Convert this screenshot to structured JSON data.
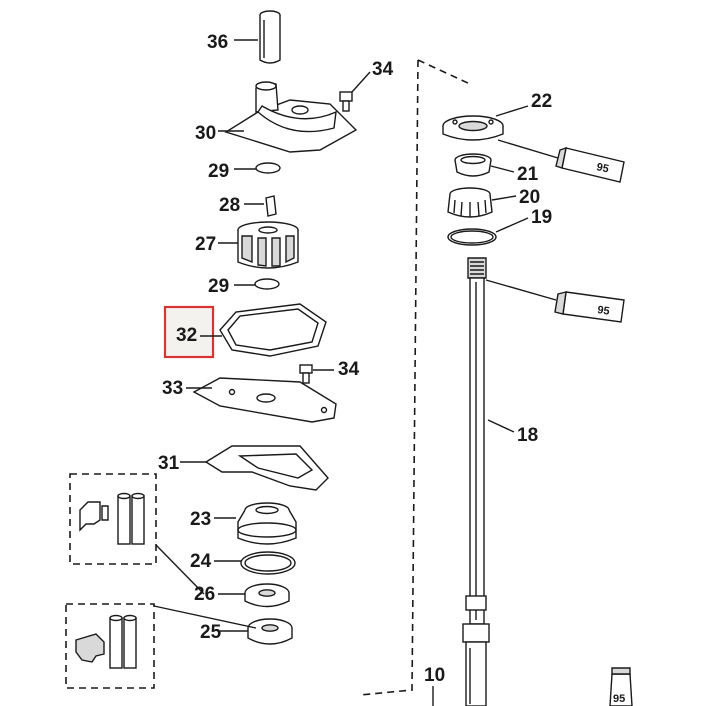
{
  "diagram": {
    "callouts": {
      "p36": "36",
      "p34a": "34",
      "p30": "30",
      "p29a": "29",
      "p28": "28",
      "p27": "27",
      "p29b": "29",
      "p32": "32",
      "p34b": "34",
      "p33": "33",
      "p31": "31",
      "p23": "23",
      "p24": "24",
      "p26": "26",
      "p25": "25",
      "p22": "22",
      "p21": "21",
      "p20": "20",
      "p19": "19",
      "p18": "18",
      "p10": "10"
    },
    "tubes": {
      "t1": "95",
      "t2": "95",
      "t3": "95"
    },
    "highlighted": "32",
    "highlight_color": "#d93434"
  }
}
